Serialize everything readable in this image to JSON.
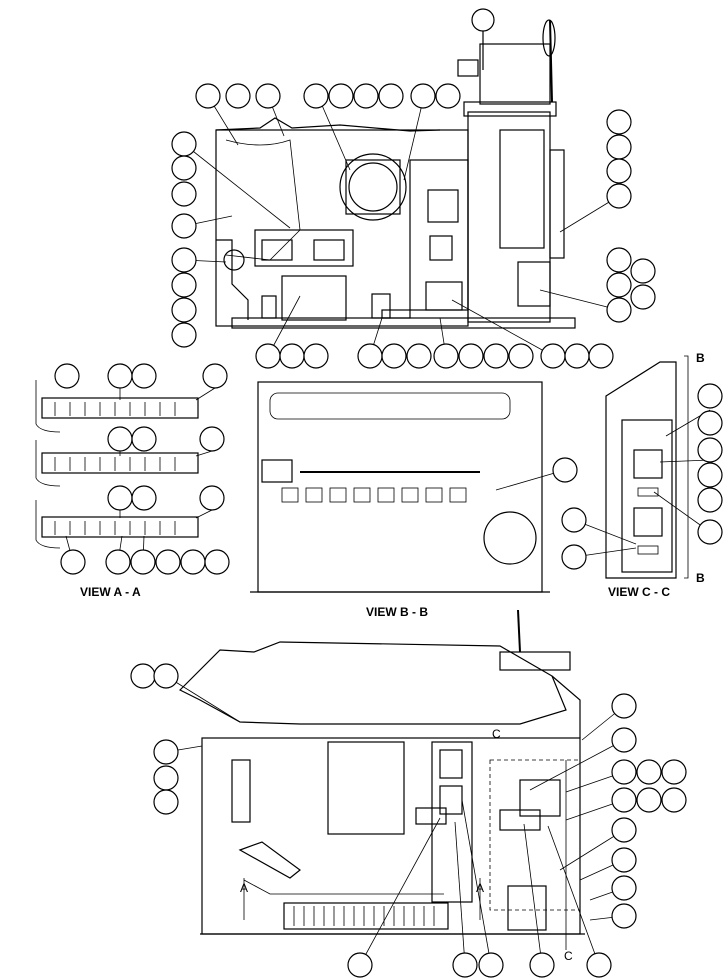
{
  "drawing": {
    "views": {
      "view_a": "VIEW  A - A",
      "view_b": "VIEW  B - B",
      "view_c": "VIEW  C - C"
    },
    "section_marks": {
      "a": "A",
      "b": "B",
      "c": "C"
    }
  }
}
